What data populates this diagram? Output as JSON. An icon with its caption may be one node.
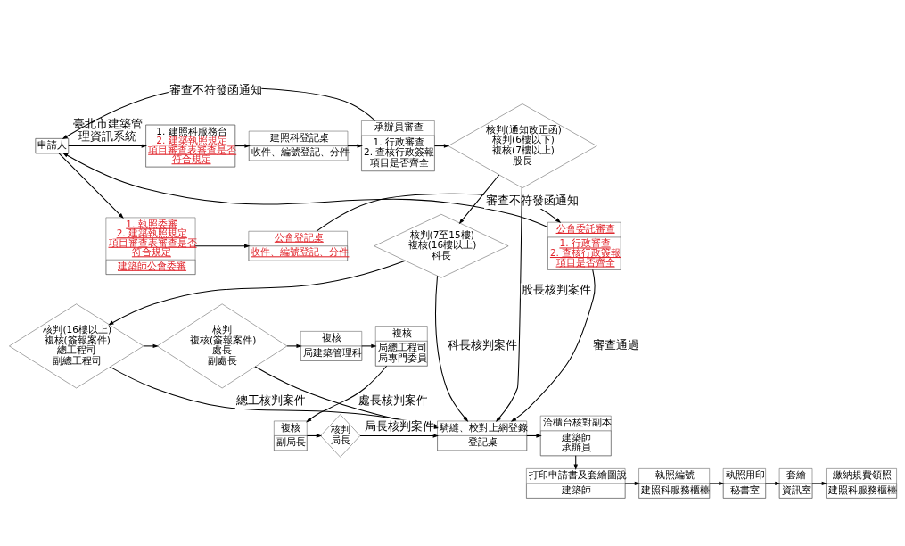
{
  "diagram": {
    "nodes": [
      {
        "text": [
          "申請人"
        ]
      },
      {
        "text": [
          "1. 建照科服務台",
          "2. 建築執照規定項目審查表審查是否符合規定"
        ]
      },
      {
        "text": [
          "1. 執照委審",
          "2. 建築執照規定項目審查表審查是否符合規定",
          "建築師公會委審"
        ]
      },
      {
        "text": [
          "建照科登記桌",
          "收件、編號登記、分件"
        ]
      },
      {
        "text": [
          "公會登記桌",
          "收件、編號登記、分件"
        ]
      },
      {
        "text": [
          "承辦員審查",
          "1. 行政審查",
          "2. 查核行政簽報項目是否齊全"
        ]
      },
      {
        "text": [
          "公會委託審查",
          "1. 行政審查",
          "2. 查核行政簽報項目是否齊全"
        ]
      },
      {
        "text": [
          "核判(通知改正函)核判(6樓以下)複核(7樓以上)",
          "股長"
        ]
      },
      {
        "text": [
          "核判(7至15樓)複核(16樓以上)",
          "科長"
        ]
      },
      {
        "text": [
          "核判(16樓以上)複核(簽報案件)",
          "總工程司",
          "副總工程司"
        ]
      },
      {
        "text": [
          "核判",
          "複核(簽報案件)",
          "處長",
          "副處長"
        ]
      },
      {
        "text": [
          "複核",
          "局建築管理科"
        ]
      },
      {
        "text": [
          "複核",
          "局總工程司",
          "局專門委員"
        ]
      },
      {
        "text": [
          "複核",
          "副局長"
        ]
      },
      {
        "text": [
          "核判",
          "局長"
        ]
      },
      {
        "text": [
          "騎縫、校對上網登錄",
          "登記桌"
        ]
      },
      {
        "text": [
          "洽櫃台核對副本",
          "建築師",
          "承辦員"
        ]
      },
      {
        "text": [
          "打印申請書及套繪圖說",
          "建築師"
        ]
      },
      {
        "text": [
          "執照編號",
          "建照科服務櫃檯"
        ]
      },
      {
        "text": [
          "執照用印",
          "秘書室"
        ]
      },
      {
        "text": [
          "套繪",
          "資訊室"
        ]
      },
      {
        "text": [
          "繳納規費領照",
          "建照科服務櫃檯"
        ]
      }
    ],
    "edges": [
      {
        "from": 0,
        "to": 1,
        "arrow": "to",
        "label": "臺北市建築管理資訊系統"
      },
      {
        "from": 0,
        "to": 2,
        "arrow": "to"
      },
      {
        "from": 1,
        "to": 3,
        "arrow": "to"
      },
      {
        "from": 2,
        "to": 4,
        "arrow": "to"
      },
      {
        "from": 3,
        "to": 5,
        "arrow": "to"
      },
      {
        "from": 4,
        "to": 6,
        "arrow": "to"
      },
      {
        "from": 5,
        "to": 0,
        "arrow": "to",
        "label": "審查不符發函通知"
      },
      {
        "from": 6,
        "to": 0,
        "arrow": "to",
        "label": "審查不符發函通知"
      },
      {
        "from": 6,
        "to": 15,
        "arrow": "to",
        "label": "審查通過"
      },
      {
        "from": 5,
        "to": 7,
        "arrow": "to"
      },
      {
        "from": 7,
        "to": 8,
        "arrow": "to"
      },
      {
        "from": 7,
        "to": 15,
        "arrow": "to",
        "label": "股長核判案件"
      },
      {
        "from": 8,
        "to": 15,
        "arrow": "to",
        "label": "科長核判案件"
      },
      {
        "from": 8,
        "to": 9,
        "arrow": "to"
      },
      {
        "from": 9,
        "to": 10,
        "arrow": "to"
      },
      {
        "from": 9,
        "to": 15,
        "arrow": "to",
        "label": "總工核判案件"
      },
      {
        "from": 10,
        "to": 11,
        "arrow": "to"
      },
      {
        "from": 10,
        "to": 15,
        "arrow": "to",
        "label": "處長核判案件"
      },
      {
        "from": 11,
        "to": 12,
        "arrow": "to"
      },
      {
        "from": 12,
        "to": 13,
        "arrow": "to"
      },
      {
        "from": 13,
        "to": 14,
        "arrow": "to"
      },
      {
        "from": 14,
        "to": 15,
        "arrow": "to",
        "label": "局長核判案件"
      },
      {
        "from": 15,
        "to": 16,
        "arrow": "to"
      },
      {
        "from": 16,
        "to": 17,
        "arrow": "to"
      },
      {
        "from": 17,
        "to": 18,
        "arrow": "to"
      },
      {
        "from": 18,
        "to": 19,
        "arrow": "to"
      },
      {
        "from": 19,
        "to": 20,
        "arrow": "to"
      },
      {
        "from": 20,
        "to": 21,
        "arrow": "to"
      }
    ]
  }
}
